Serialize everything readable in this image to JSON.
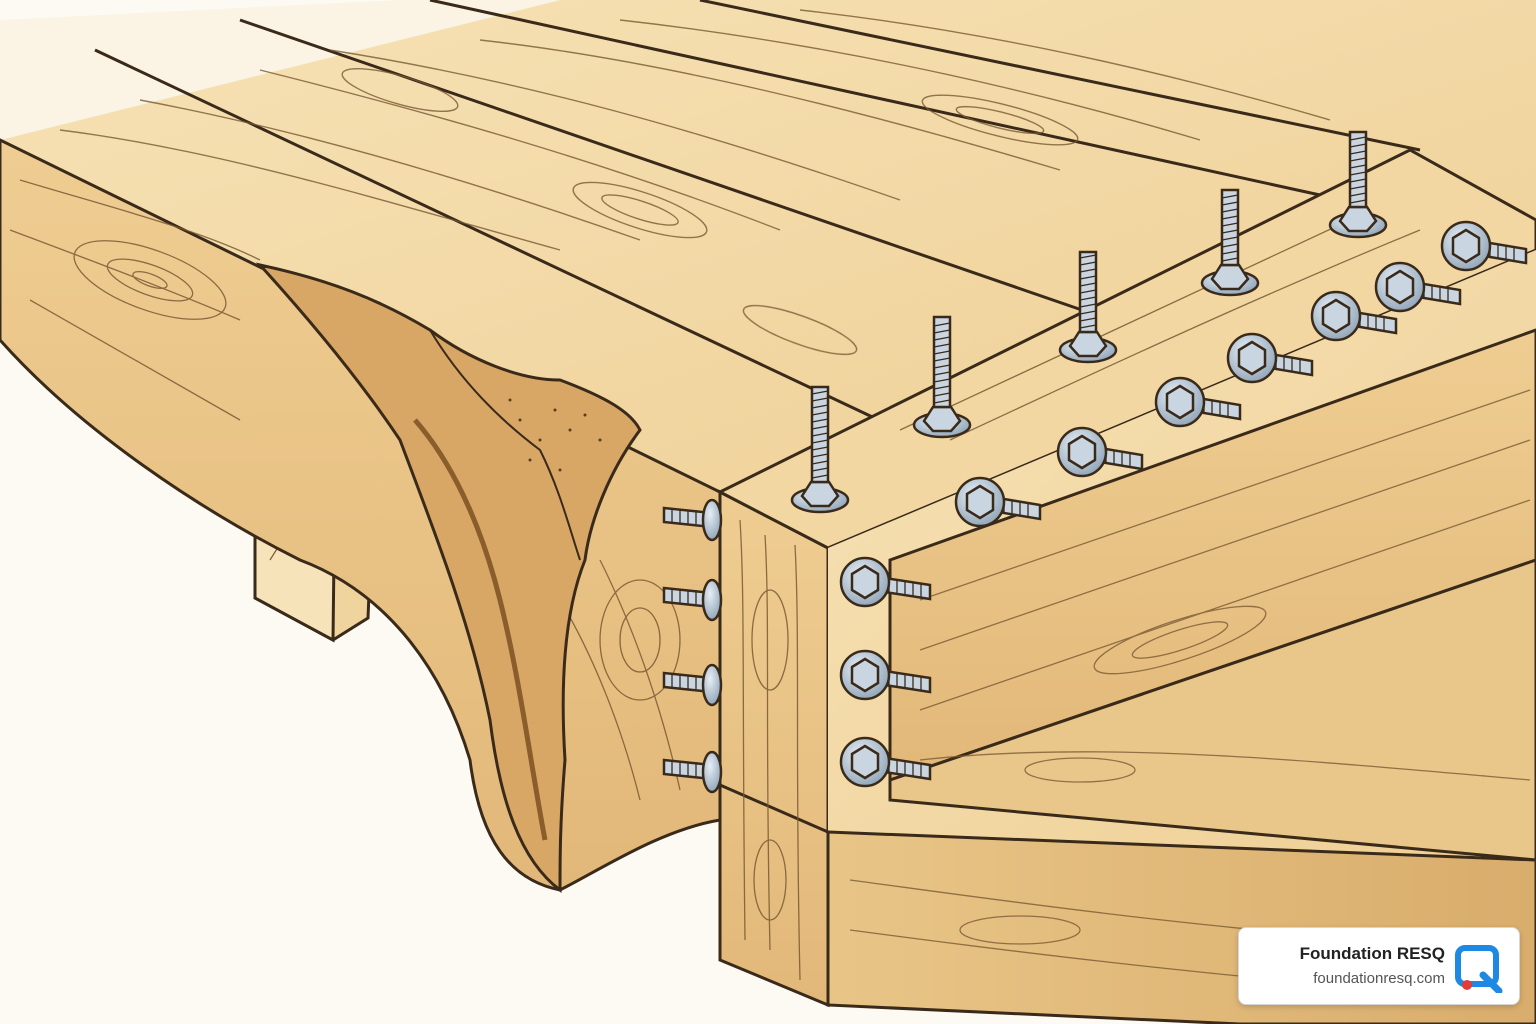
{
  "illustration": {
    "subject": "cracked wooden beam reinforced with bolted sister timbers",
    "colors": {
      "wood_light": "#f3d9a6",
      "wood_mid": "#e6c081",
      "wood_dark": "#c99a5c",
      "ink": "#3a2a1a",
      "bolt": "#b9c8d6",
      "bolt_dark": "#6f8497"
    }
  },
  "watermark": {
    "name": "Foundation RESQ",
    "url": "foundationresq.com",
    "logo_icon": "q-logo-icon",
    "logo_colors": {
      "blue": "#1e88e5",
      "red": "#e53935"
    }
  }
}
